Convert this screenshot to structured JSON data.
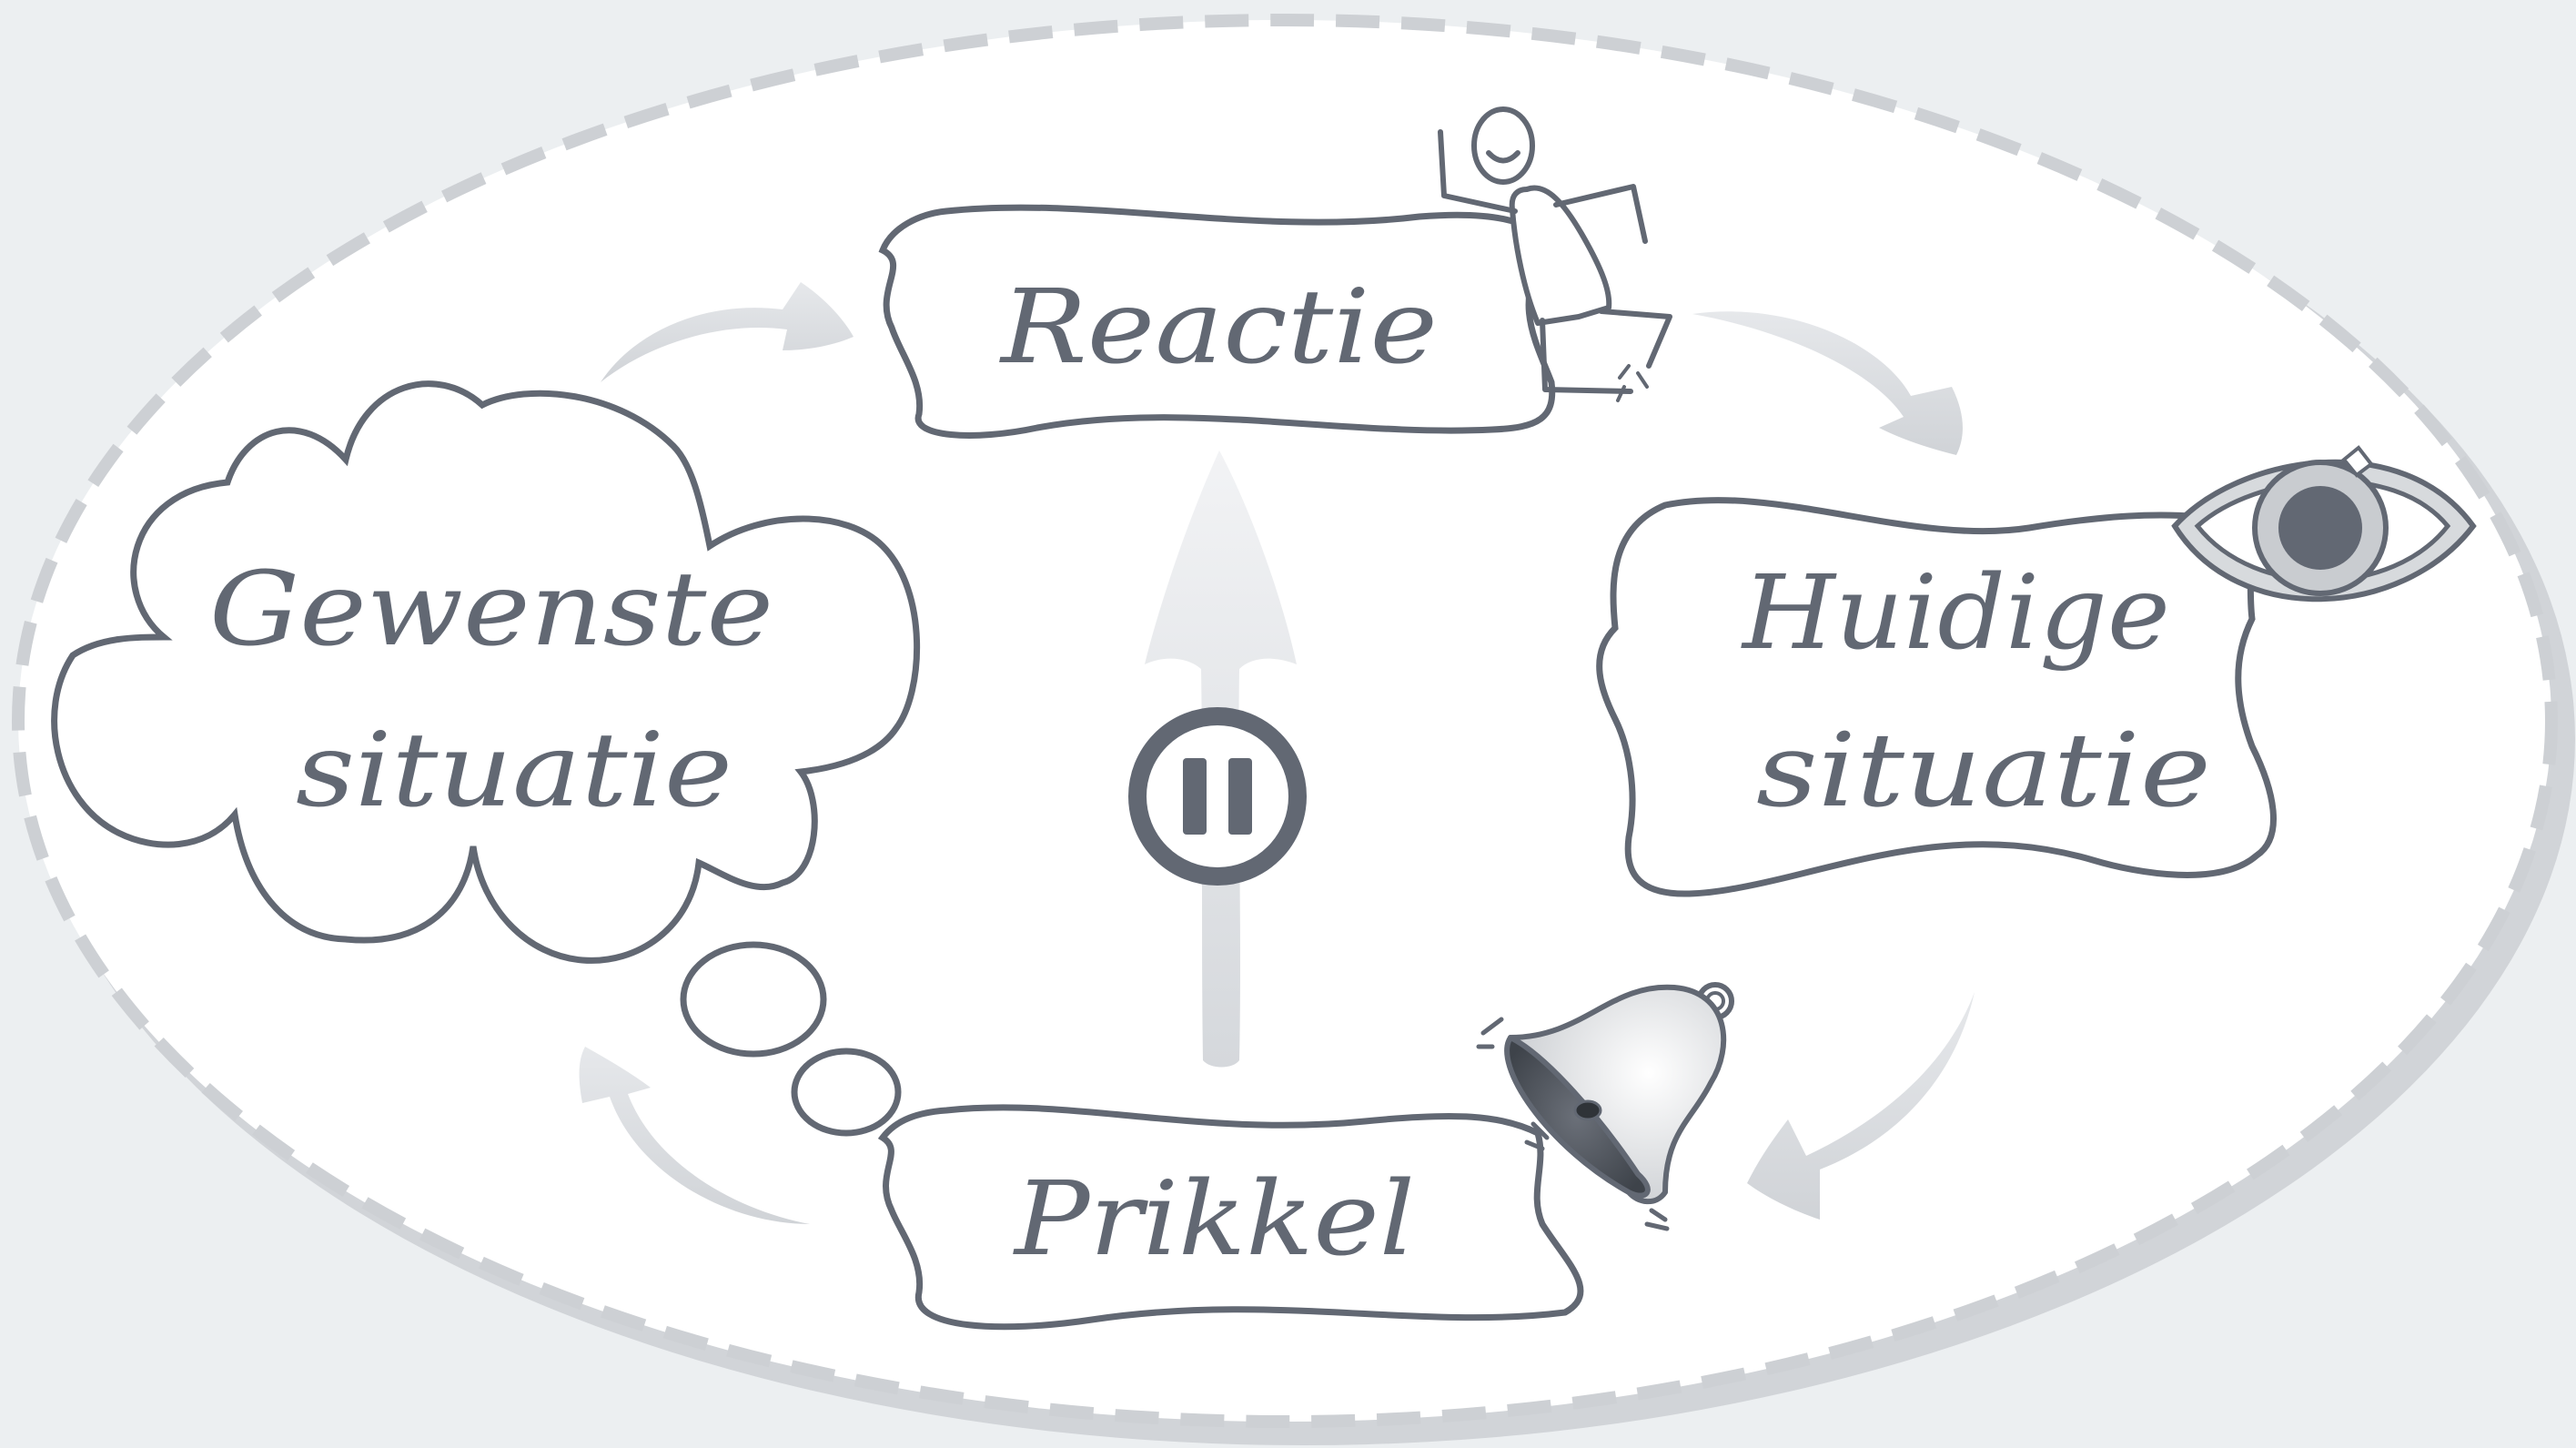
{
  "diagram": {
    "nodes": {
      "reactie": {
        "label": "Reactie",
        "icon": "running-person-icon"
      },
      "huidige": {
        "label_line1": "Huidige",
        "label_line2": "situatie",
        "icon": "eye-icon"
      },
      "prikkel": {
        "label": "Prikkel",
        "icon": "bell-icon"
      },
      "gewenste": {
        "label_line1": "Gewenste",
        "label_line2": "situatie",
        "shape": "thought-cloud"
      }
    },
    "center": {
      "icon": "pause-icon"
    },
    "cycle_order": [
      "Reactie",
      "Huidige situatie",
      "Prikkel",
      "Gewenste situatie"
    ],
    "colors": {
      "stroke": "#626873",
      "arrow": "#d3d6da",
      "background": "#eceff1",
      "ellipse_fill": "#ffffff",
      "ellipse_border": "#cdd0d4"
    }
  }
}
